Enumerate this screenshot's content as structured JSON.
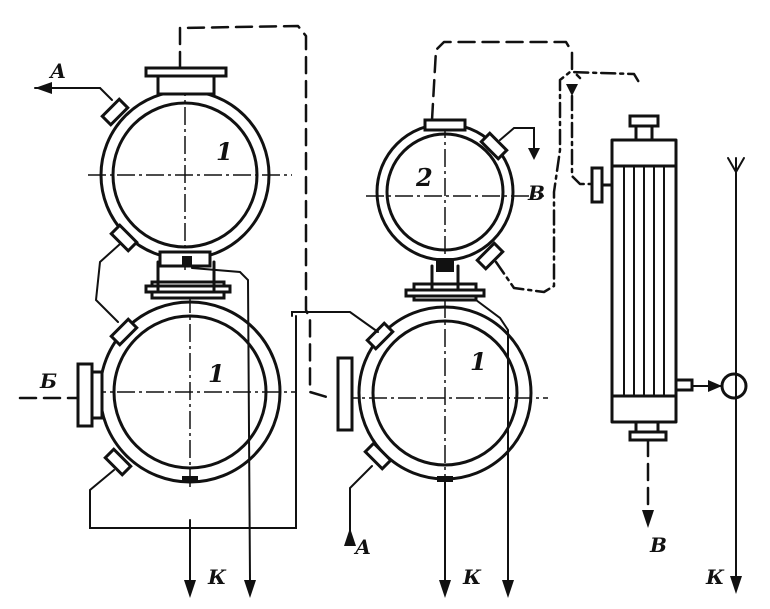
{
  "labels": {
    "vessel_1": "1",
    "vessel_2": "2",
    "stream_a": "А",
    "stream_b": "Б",
    "stream_v": "В",
    "stream_k": "К"
  },
  "colors": {
    "ink": "#111111",
    "paper": "#ffffff"
  }
}
